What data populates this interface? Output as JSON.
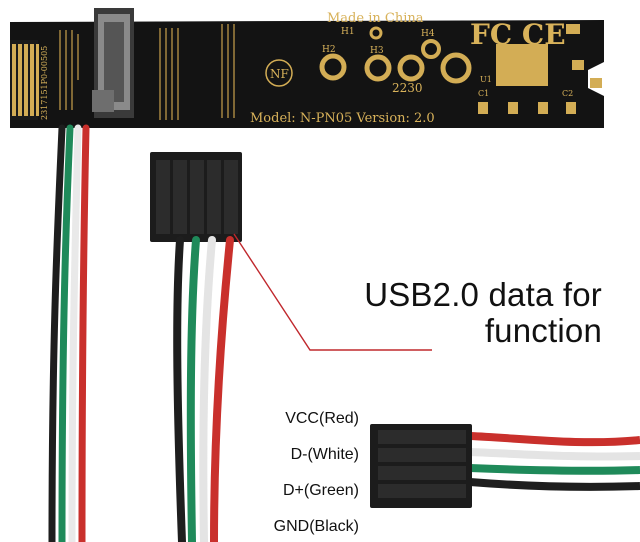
{
  "board": {
    "made_in": "Made in China",
    "certification_marks": "FC CE",
    "logo_text": "NF",
    "hole_labels": [
      "H1",
      "H2",
      "H3",
      "H4"
    ],
    "size_label": "2230",
    "component_labels": [
      "U1",
      "C1",
      "C2"
    ],
    "model_line": "Model: N-PN05 Version: 2.0",
    "connector_serial": "2317151P0-00505"
  },
  "callout": {
    "line1": "USB2.0 data for",
    "line2": "function",
    "line_color": "#c0282d"
  },
  "pins": [
    {
      "label": "VCC(Red)",
      "color": "#c9302c"
    },
    {
      "label": "D-(White)",
      "color": "#f2f2f2"
    },
    {
      "label": "D+(Green)",
      "color": "#1f8a5a"
    },
    {
      "label": "GND(Black)",
      "color": "#1a1a1a"
    }
  ],
  "colors": {
    "pcb": "#141414",
    "gold": "#d8b25a",
    "connector": "#1c1c1c"
  }
}
